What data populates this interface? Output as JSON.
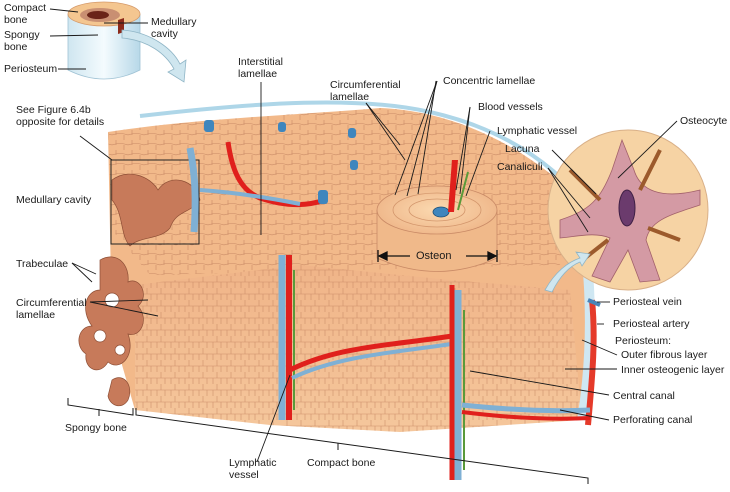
{
  "inset_cylinder": {
    "labels": {
      "compact_bone": "Compact\nbone",
      "spongy_bone": "Spongy\nbone",
      "periosteum": "Periosteum",
      "medullary_cavity": "Medullary\ncavity"
    }
  },
  "main_block": {
    "labels": {
      "see_figure": "See Figure 6.4b\nopposite for details",
      "medullary_cavity": "Medullary cavity",
      "trabeculae": "Trabeculae",
      "circumferential_lamellae_left": "Circumferential\nlamellae",
      "interstitial_lamellae": "Interstitial\nlamellae",
      "circumferential_lamellae_top": "Circumferential\nlamellae",
      "concentric_lamellae": "Concentric lamellae",
      "blood_vessels": "Blood vessels",
      "lymphatic_vessel_top": "Lymphatic vessel",
      "osteon": "Osteon",
      "periosteal_vein": "Periosteal vein",
      "periosteal_artery": "Periosteal artery",
      "periosteum": "Periosteum:",
      "outer_fibrous_layer": "Outer fibrous layer",
      "inner_osteogenic_layer": "Inner osteogenic layer",
      "central_canal": "Central canal",
      "perforating_canal": "Perforating canal",
      "spongy_bone": "Spongy bone",
      "lymphatic_vessel_bottom": "Lymphatic\nvessel",
      "compact_bone": "Compact bone"
    }
  },
  "osteocyte_inset": {
    "labels": {
      "osteocyte": "Osteocyte",
      "lacuna": "Lacuna",
      "canaliculi": "Canaliculi"
    }
  },
  "colors": {
    "bone": "#f2b98a",
    "bone_dark": "#d9956a",
    "spongy": "#c77a5a",
    "artery": "#e0201c",
    "vein": "#7fb0d4",
    "lymph": "#5a9a3a",
    "periosteum": "#bfe0ee",
    "osteocyte": "#d49aa4"
  }
}
